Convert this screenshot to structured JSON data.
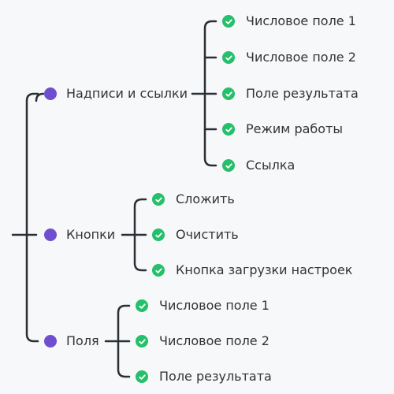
{
  "colors": {
    "line": "#2b2f33",
    "parent_dot": "#6f4fcf",
    "check_dot": "#25c06b",
    "background": "#f6f8f9"
  },
  "tree": {
    "groups": [
      {
        "label": "Надписи и ссылки",
        "icon": "purple-dot-icon",
        "children": [
          {
            "label": "Числовое поле 1",
            "icon": "check-circle-icon"
          },
          {
            "label": "Числовое поле 2",
            "icon": "check-circle-icon"
          },
          {
            "label": "Поле результата",
            "icon": "check-circle-icon"
          },
          {
            "label": "Режим работы",
            "icon": "check-circle-icon"
          },
          {
            "label": "Ссылка",
            "icon": "check-circle-icon"
          }
        ]
      },
      {
        "label": "Кнопки",
        "icon": "purple-dot-icon",
        "children": [
          {
            "label": "Сложить",
            "icon": "check-circle-icon"
          },
          {
            "label": "Очистить",
            "icon": "check-circle-icon"
          },
          {
            "label": "Кнопка загрузки настроек",
            "icon": "check-circle-icon"
          }
        ]
      },
      {
        "label": "Поля",
        "icon": "purple-dot-icon",
        "children": [
          {
            "label": "Числовое поле 1",
            "icon": "check-circle-icon"
          },
          {
            "label": "Числовое поле 2",
            "icon": "check-circle-icon"
          },
          {
            "label": "Поле результата",
            "icon": "check-circle-icon"
          }
        ]
      }
    ]
  }
}
